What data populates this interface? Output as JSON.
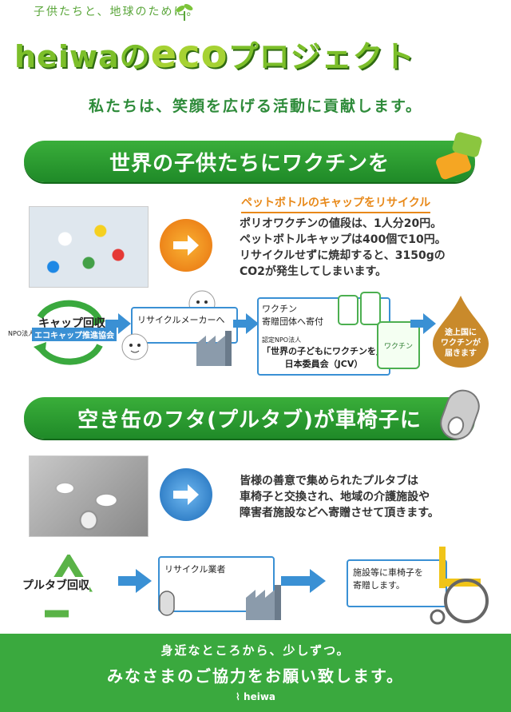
{
  "header": {
    "tagline": "子供たちと、地球のために。",
    "title_prefix": "heiwaの",
    "title_eco": "eco",
    "title_suffix": "プロジェクト",
    "subtitle": "私たちは、笑顔を広げる活動に貢献します。"
  },
  "section1": {
    "banner": "世界の子供たちにワクチンを",
    "desc_head": "ペットボトルのキャップをリサイクル",
    "desc_lines": [
      "ポリオワクチンの値段は、1人分20円。",
      "ペットボトルキャップは400個で10円。",
      "リサイクルせずに焼却すると、3150gの",
      "CO2が発生してしまいます。"
    ],
    "flow": {
      "collect_title": "キャップ回収",
      "collect_org_prefix": "NPO法人",
      "collect_org": "エコキャップ推進協会",
      "recycler": "リサイクルメーカーへ",
      "donate_line1": "ワクチン",
      "donate_line2": "寄贈団体へ寄付",
      "npo_prefix": "認定NPO法人",
      "npo_name1": "「世界の子どもにワクチンを」",
      "npo_name2": "日本委員会（JCV）",
      "bottle_label": "ワクチン",
      "drop_text1": "途上国に",
      "drop_text2": "ワクチンが",
      "drop_text3": "届きます"
    }
  },
  "section2": {
    "banner": "空き缶のフタ(プルタブ)が車椅子に",
    "desc_lines": [
      "皆様の善意で集められたプルタブは",
      "車椅子と交換され、地域の介護施設や",
      "障害者施設などへ寄贈させて頂きます。"
    ],
    "flow": {
      "collect": "プルタブ回収",
      "recycler": "リサイクル業者",
      "donate_line1": "施設等に車椅子を",
      "donate_line2": "寄贈します。"
    }
  },
  "footer": {
    "line1": "身近なところから、少しずつ。",
    "line2": "みなさまのご協力をお願い致します。",
    "logo": "heiwa"
  },
  "colors": {
    "green": "#3aa93e",
    "orange": "#e8891a",
    "blue": "#3a90d4"
  }
}
